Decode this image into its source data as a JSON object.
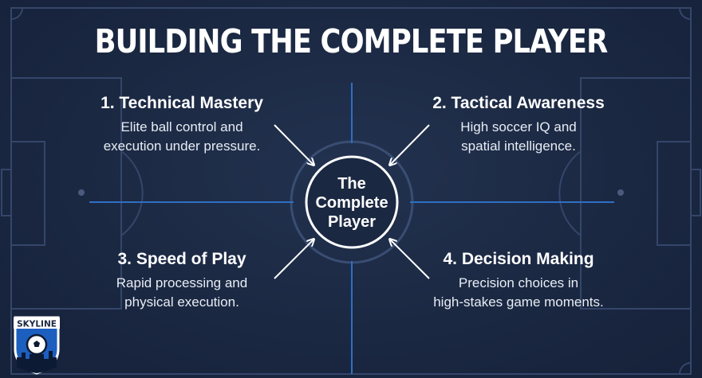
{
  "title": "BUILDING THE COMPLETE PLAYER",
  "center": {
    "line1": "The",
    "line2": "Complete",
    "line3": "Player"
  },
  "pillars": [
    {
      "heading": "1. Technical Mastery",
      "line1": "Elite ball control and",
      "line2": "execution under pressure."
    },
    {
      "heading": "2. Tactical Awareness",
      "line1": "High soccer IQ and",
      "line2": "spatial intelligence."
    },
    {
      "heading": "3. Speed of Play",
      "line1": "Rapid processing and",
      "line2": "physical execution."
    },
    {
      "heading": "4. Decision Making",
      "line1": "Precision choices in",
      "line2": "high-stakes game moments."
    }
  ],
  "logo": {
    "text": "SKYLINE",
    "icon": "soccer-ball-shield-icon"
  },
  "colors": {
    "background": "#1b2842",
    "pitch_lines": "#34466a",
    "accent_line": "#2f6fc4",
    "text": "#ffffff"
  }
}
